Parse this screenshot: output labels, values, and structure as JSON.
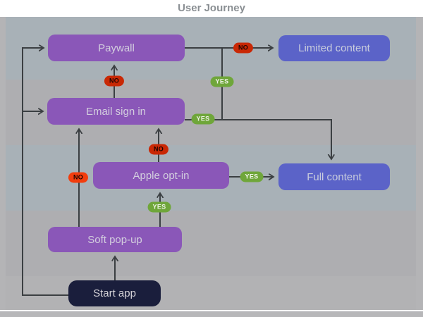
{
  "title": "User Journey",
  "nodes": {
    "start": {
      "label": "Start app"
    },
    "soft": {
      "label": "Soft pop-up"
    },
    "apple": {
      "label": "Apple opt-in"
    },
    "email": {
      "label": "Email sign in"
    },
    "paywall": {
      "label": "Paywall"
    },
    "full": {
      "label": "Full content"
    },
    "limited": {
      "label": "Limited content"
    }
  },
  "badges": {
    "yes": "YES",
    "no": "NO"
  },
  "edges": [
    {
      "from": "Start app",
      "to": "Soft pop-up",
      "label": ""
    },
    {
      "from": "Start app",
      "to": "Paywall",
      "label": ""
    },
    {
      "from": "Start app",
      "to": "Email sign in",
      "label": ""
    },
    {
      "from": "Soft pop-up",
      "to": "Apple opt-in",
      "label": "YES"
    },
    {
      "from": "Soft pop-up",
      "to": "Email sign in",
      "label": "NO"
    },
    {
      "from": "Apple opt-in",
      "to": "Full content",
      "label": "YES"
    },
    {
      "from": "Apple opt-in",
      "to": "Email sign in",
      "label": "NO"
    },
    {
      "from": "Email sign in",
      "to": "Full content",
      "label": "YES"
    },
    {
      "from": "Email sign in",
      "to": "Paywall",
      "label": "NO"
    },
    {
      "from": "Paywall",
      "to": "Full content",
      "label": "YES"
    },
    {
      "from": "Paywall",
      "to": "Limited content",
      "label": "NO"
    }
  ],
  "colors": {
    "node_purple": "#8a57b8",
    "node_blue": "#5b63c8",
    "node_navy": "#1a1e3c",
    "badge_yes": "#6fa63a",
    "badge_no": "#c92805",
    "badge_no_bright": "#f23d0d",
    "edge_line": "#3b3f42",
    "band_blue": "#a8b1b7",
    "band_gray": "#aeaeb1",
    "title_gray": "#8a8f93"
  }
}
